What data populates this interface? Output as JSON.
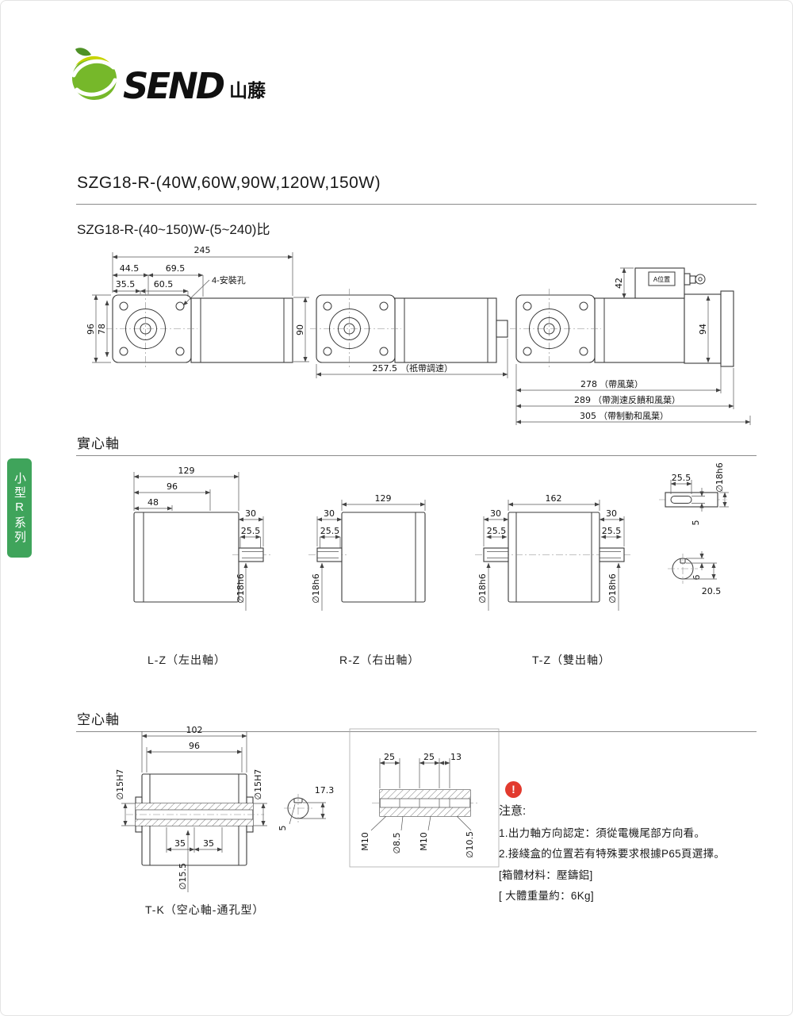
{
  "colors": {
    "accent_green": "#3fa45b",
    "alert_red": "#e23a2e"
  },
  "logo": {
    "brand": "SEND",
    "brand_cn": "山藤"
  },
  "page": {
    "title": "SZG18-R-(40W,60W,90W,120W,150W)",
    "subtitle": "SZG18-R-(40~150)W-(5~240)比",
    "sidebar_tab": "小型R系列"
  },
  "sections": {
    "solid": "實心軸",
    "hollow": "空心軸"
  },
  "top": {
    "d245": "245",
    "d44_5": "44.5",
    "d69_5": "69.5",
    "d35_5": "35.5",
    "d60_5": "60.5",
    "mount_note": "4-安裝孔",
    "d96": "96",
    "d78": "78",
    "d90": "90",
    "d257_5": "257.5",
    "n257": "（祇帶調速）",
    "d42": "42",
    "a_pos": "A位置",
    "d94": "94",
    "d278": "278",
    "n278": "（帶風葉）",
    "d289": "289",
    "n289": "（帶測速反饋和風葉）",
    "d305": "305",
    "n305": "（帶制動和風葉）"
  },
  "solid": {
    "lz": {
      "d129": "129",
      "d96": "96",
      "d48": "48",
      "d30": "30",
      "d25_5": "25.5",
      "dia": "∅18h6",
      "label": "L-Z（左出軸）"
    },
    "rz": {
      "d129": "129",
      "d30": "30",
      "d25_5": "25.5",
      "dia": "∅18h6",
      "label": "R-Z（右出軸）"
    },
    "tz": {
      "d162": "162",
      "d30_l": "30",
      "d25_5_l": "25.5",
      "d30_r": "30",
      "d25_5_r": "25.5",
      "dia_l": "∅18h6",
      "dia_r": "∅18h6",
      "label": "T-Z（雙出軸）"
    },
    "detail": {
      "d25_5": "25.5",
      "dia": "∅18h6",
      "d5": "5",
      "d6": "6",
      "d20_5": "20.5"
    }
  },
  "hollow": {
    "tk": {
      "d102": "102",
      "d96": "96",
      "dia_l": "∅15H7",
      "dia_r": "∅15H7",
      "d35_a": "35",
      "d35_b": "35",
      "dia15_5": "∅15.5",
      "d17_3": "17.3",
      "d5": "5",
      "label": "T-K（空心軸-通孔型）"
    },
    "sec": {
      "d25_a": "25",
      "d25_b": "25",
      "d13": "13",
      "m10_a": "M10",
      "dia8_5": "∅8.5",
      "m10_b": "M10",
      "dia10_5": "∅10.5"
    }
  },
  "notes": {
    "alert": "!",
    "heading": "注意:",
    "line1": "1.出力軸方向認定：須從電機尾部方向看。",
    "line2": "2.接綫盒的位置若有特殊要求根據P65頁選擇。",
    "line3": "[箱體材料：壓鑄鋁]",
    "line4": "[ 大體重量約：6Kg]"
  }
}
